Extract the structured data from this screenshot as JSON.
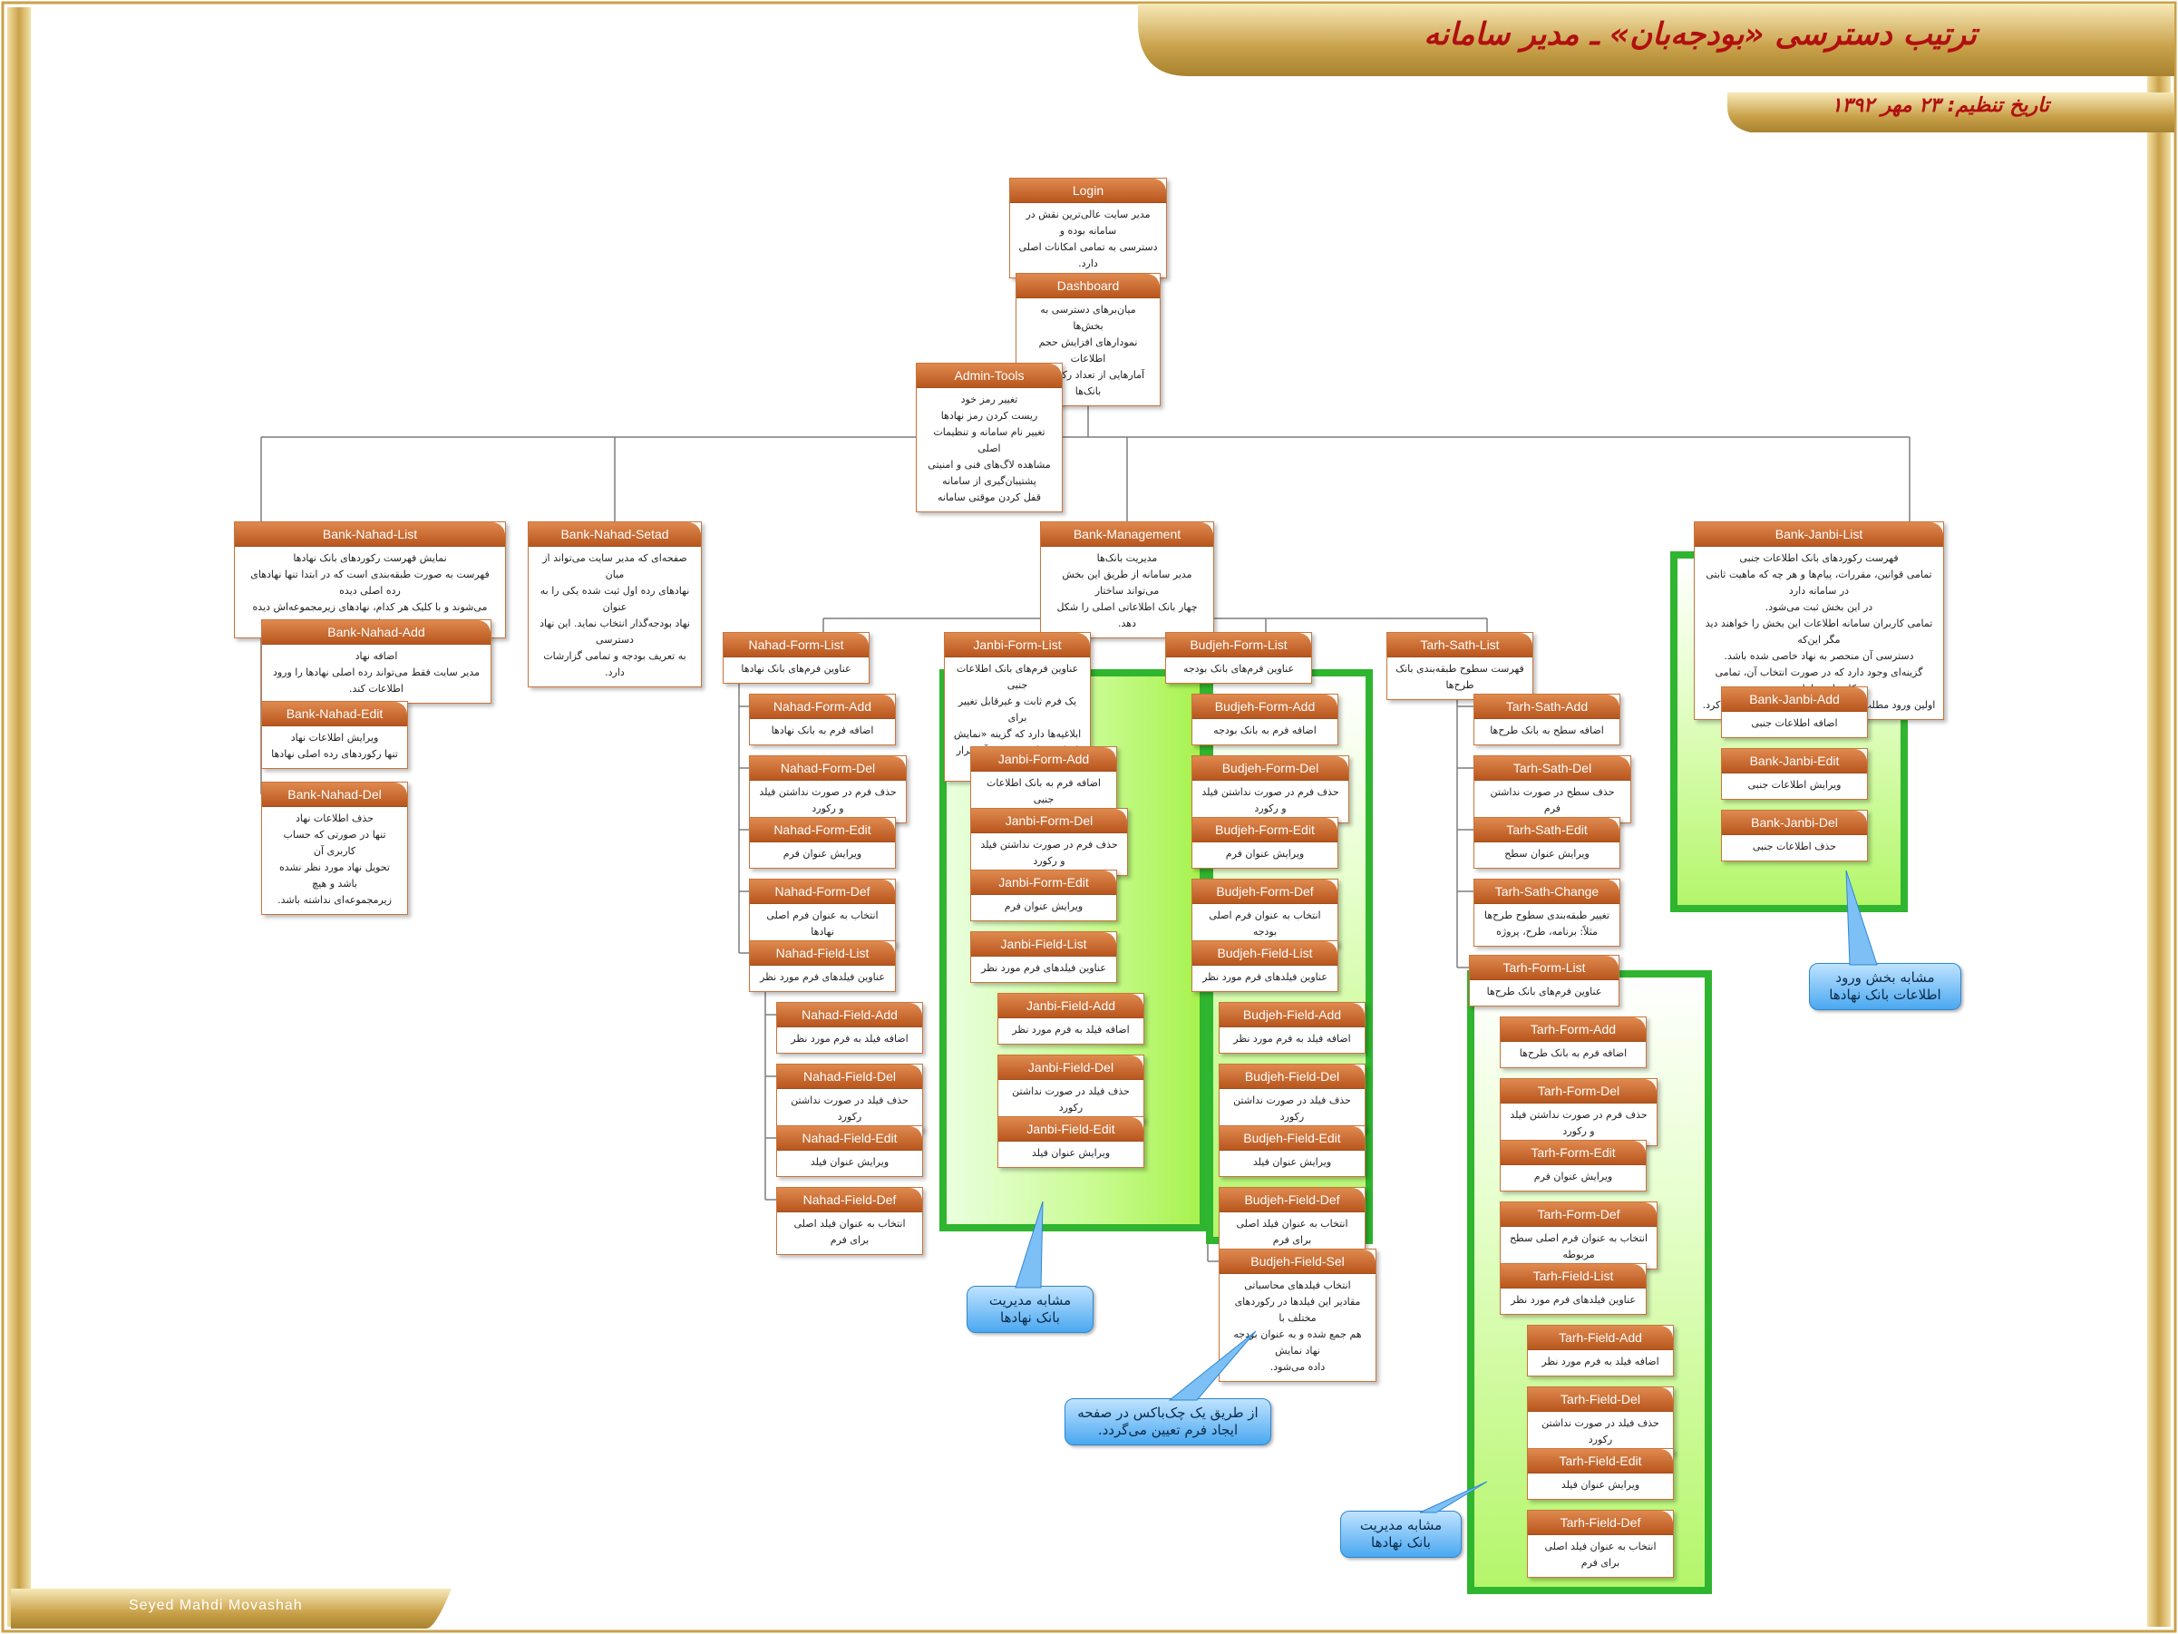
{
  "title": "ترتیب دسترسی «بودجه‌بان» ـ مدیر سامانه",
  "date": "تاریخ تنظیم: ۲۳ مهر ۱۳۹۲",
  "author": "Seyed Mahdi Movashah",
  "nodes": {
    "login": {
      "title": "Login",
      "lines": [
        "مدیر سایت عالی‌ترین نقش در سامانه بوده و",
        "دسترسی به تمامی امکانات اصلی دارد."
      ]
    },
    "dashboard": {
      "title": "Dashboard",
      "lines": [
        "میان‌برهای دسترسی به بخش‌ها",
        "نمودارهای افزایش حجم اطلاعات",
        "آمارهایی از تعداد رکوردهای بانک‌ها"
      ]
    },
    "admin_tools": {
      "title": "Admin-Tools",
      "lines": [
        "تغییر رمز خود",
        "ریست کردن رمز نهادها",
        "تغییر نام سامانه و تنظیمات اصلی",
        "مشاهده لاگ‌های فنی و امنیتی",
        "پشتیبان‌گیری از سامانه",
        "قفل کردن موقتی سامانه"
      ]
    },
    "bank_nahad_list": {
      "title": "Bank-Nahad-List",
      "lines": [
        "نمایش فهرست رکوردهای بانک نهادها",
        "فهرست به صورت طبقه‌بندی است که در ابتدا تنها نهادهای رده اصلی دیده",
        "می‌شوند و با کلیک هر کدام، نهادهای زیرمجموعه‌اش دیده خواهد شد."
      ]
    },
    "bank_nahad_add": {
      "title": "Bank-Nahad-Add",
      "lines": [
        "اضافه نهاد",
        "مدیر سایت فقط می‌تواند رده اصلی نهادها را ورود اطلاعات کند."
      ]
    },
    "bank_nahad_edit": {
      "title": "Bank-Nahad-Edit",
      "lines": [
        "ویرایش اطلاعات نهاد",
        "تنها رکوردهای رده اصلی نهادها"
      ]
    },
    "bank_nahad_del": {
      "title": "Bank-Nahad-Del",
      "lines": [
        "حذف اطلاعات نهاد",
        "تنها در صورتی که حساب کاربری آن",
        "تحویل نهاد مورد نظر نشده باشد و هیچ",
        "زیرمجموعه‌ای نداشته باشد."
      ]
    },
    "bank_nahad_setad": {
      "title": "Bank-Nahad-Setad",
      "lines": [
        "صفحه‌ای که مدیر سایت می‌تواند از میان",
        "نهادهای رده اول ثبت شده یکی را به عنوان",
        "نهاد بودجه‌گذار انتخاب نماید. این نهاد دسترسی",
        "به تعریف بودجه و تمامی گزارشات دارد."
      ]
    },
    "bank_management": {
      "title": "Bank-Management",
      "lines": [
        "مدیریت بانک‌ها",
        "مدیر سامانه از طریق این بخش می‌تواند ساختار",
        "چهار بانک اطلاعاتی اصلی را شکل دهد."
      ]
    },
    "bank_janbi_list": {
      "title": "Bank-Janbi-List",
      "lines": [
        "فهرست رکوردهای بانک اطلاعات جنبی",
        "تمامی قوانین، مقررات، پیام‌ها و هر چه که ماهیت ثابتی در سامانه دارد",
        "در این بخش ثبت می‌شود.",
        "تمامی کاربران سامانه اطلاعات این بخش را خواهند دید مگر این‌که",
        "دسترسی آن منحصر به نهاد خاصی شده باشد.",
        "گزینه‌ای وجود دارد که در صورت انتخاب آن، تمامی کاربران سامانه در",
        "اولین ورود مطلب مربوطه را اجباراً مشاهده خواهند کرد."
      ]
    },
    "bank_janbi_add": {
      "title": "Bank-Janbi-Add",
      "lines": [
        "اضافه اطلاعات جنبی"
      ]
    },
    "bank_janbi_edit": {
      "title": "Bank-Janbi-Edit",
      "lines": [
        "ویرایش اطلاعات جنبی"
      ]
    },
    "bank_janbi_del": {
      "title": "Bank-Janbi-Del",
      "lines": [
        "حذف اطلاعات جنبی"
      ]
    },
    "nahad_form_list": {
      "title": "Nahad-Form-List",
      "lines": [
        "عناوین فرم‌های بانک نهادها"
      ]
    },
    "nahad_form_add": {
      "title": "Nahad-Form-Add",
      "lines": [
        "اضافه فرم به بانک نهادها"
      ]
    },
    "nahad_form_del": {
      "title": "Nahad-Form-Del",
      "lines": [
        "حذف فرم در صورت نداشتن فیلد و رکورد"
      ]
    },
    "nahad_form_edit": {
      "title": "Nahad-Form-Edit",
      "lines": [
        "ویرایش عنوان فرم"
      ]
    },
    "nahad_form_def": {
      "title": "Nahad-Form-Def",
      "lines": [
        "انتخاب به عنوان فرم اصلی نهادها"
      ]
    },
    "nahad_field_list": {
      "title": "Nahad-Field-List",
      "lines": [
        "عناوین فیلدهای فرم مورد نظر"
      ]
    },
    "nahad_field_add": {
      "title": "Nahad-Field-Add",
      "lines": [
        "اضافه فیلد به فرم مورد نظر"
      ]
    },
    "nahad_field_del": {
      "title": "Nahad-Field-Del",
      "lines": [
        "حذف فیلد در صورت نداشتن رکورد"
      ]
    },
    "nahad_field_edit": {
      "title": "Nahad-Field-Edit",
      "lines": [
        "ویرایش عنوان فیلد"
      ]
    },
    "nahad_field_def": {
      "title": "Nahad-Field-Def",
      "lines": [
        "انتخاب به عنوان فیلد اصلی برای فرم"
      ]
    },
    "janbi_form_list": {
      "title": "Janbi-Form-List",
      "lines": [
        "عناوین فرم‌های بانک اطلاعات جنبی",
        "یک فرم ثابت و غیرقابل تغییر برای",
        "ابلاغیه‌ها دارد که گزینه «نمایش",
        "اجباری برای همه» در آن قرار دارد."
      ]
    },
    "janbi_form_add": {
      "title": "Janbi-Form-Add",
      "lines": [
        "اضافه فرم به بانک اطلاعات جنبی"
      ]
    },
    "janbi_form_del": {
      "title": "Janbi-Form-Del",
      "lines": [
        "حذف فرم در صورت نداشتن فیلد و رکورد"
      ]
    },
    "janbi_form_edit": {
      "title": "Janbi-Form-Edit",
      "lines": [
        "ویرایش عنوان فرم"
      ]
    },
    "janbi_field_list": {
      "title": "Janbi-Field-List",
      "lines": [
        "عناوین فیلدهای فرم مورد نظر"
      ]
    },
    "janbi_field_add": {
      "title": "Janbi-Field-Add",
      "lines": [
        "اضافه فیلد به فرم مورد نظر"
      ]
    },
    "janbi_field_del": {
      "title": "Janbi-Field-Del",
      "lines": [
        "حذف فیلد در صورت نداشتن رکورد"
      ]
    },
    "janbi_field_edit": {
      "title": "Janbi-Field-Edit",
      "lines": [
        "ویرایش عنوان فیلد"
      ]
    },
    "budjeh_form_list": {
      "title": "Budjeh-Form-List",
      "lines": [
        "عناوین فرم‌های بانک بودجه"
      ]
    },
    "budjeh_form_add": {
      "title": "Budjeh-Form-Add",
      "lines": [
        "اضافه فرم به بانک بودجه"
      ]
    },
    "budjeh_form_del": {
      "title": "Budjeh-Form-Del",
      "lines": [
        "حذف فرم در صورت نداشتن فیلد و رکورد"
      ]
    },
    "budjeh_form_edit": {
      "title": "Budjeh-Form-Edit",
      "lines": [
        "ویرایش عنوان فرم"
      ]
    },
    "budjeh_form_def": {
      "title": "Budjeh-Form-Def",
      "lines": [
        "انتخاب به عنوان فرم اصلی بودجه"
      ]
    },
    "budjeh_field_list": {
      "title": "Budjeh-Field-List",
      "lines": [
        "عناوین فیلدهای فرم مورد نظر"
      ]
    },
    "budjeh_field_add": {
      "title": "Budjeh-Field-Add",
      "lines": [
        "اضافه فیلد به فرم مورد نظر"
      ]
    },
    "budjeh_field_del": {
      "title": "Budjeh-Field-Del",
      "lines": [
        "حذف فیلد در صورت نداشتن رکورد"
      ]
    },
    "budjeh_field_edit": {
      "title": "Budjeh-Field-Edit",
      "lines": [
        "ویرایش عنوان فیلد"
      ]
    },
    "budjeh_field_def": {
      "title": "Budjeh-Field-Def",
      "lines": [
        "انتخاب به عنوان فیلد اصلی برای فرم"
      ]
    },
    "budjeh_field_sel": {
      "title": "Budjeh-Field-Sel",
      "lines": [
        "انتخاب فیلدهای محاسباتی",
        "مقادیر این فیلدها در رکوردهای مختلف با",
        "هم جمع شده و به عنوان بودجه نهاد نمایش",
        "داده می‌شود."
      ]
    },
    "tarh_sath_list": {
      "title": "Tarh-Sath-List",
      "lines": [
        "فهرست سطوح طبقه‌بندی بانک طرح‌ها"
      ]
    },
    "tarh_sath_add": {
      "title": "Tarh-Sath-Add",
      "lines": [
        "اضافه سطح به بانک طرح‌ها"
      ]
    },
    "tarh_sath_del": {
      "title": "Tarh-Sath-Del",
      "lines": [
        "حذف سطح در صورت نداشتن فرم"
      ]
    },
    "tarh_sath_edit": {
      "title": "Tarh-Sath-Edit",
      "lines": [
        "ویرایش عنوان سطح"
      ]
    },
    "tarh_sath_change": {
      "title": "Tarh-Sath-Change",
      "lines": [
        "تغییر طبقه‌بندی سطوح طرح‌ها",
        "مثلاً: برنامه، طرح، پروژه"
      ]
    },
    "tarh_form_list": {
      "title": "Tarh-Form-List",
      "lines": [
        "عناوین فرم‌های بانک طرح‌ها"
      ]
    },
    "tarh_form_add": {
      "title": "Tarh-Form-Add",
      "lines": [
        "اضافه فرم به بانک طرح‌ها"
      ]
    },
    "tarh_form_del": {
      "title": "Tarh-Form-Del",
      "lines": [
        "حذف فرم در صورت نداشتن فیلد و رکورد"
      ]
    },
    "tarh_form_edit": {
      "title": "Tarh-Form-Edit",
      "lines": [
        "ویرایش عنوان فرم"
      ]
    },
    "tarh_form_def": {
      "title": "Tarh-Form-Def",
      "lines": [
        "انتخاب به عنوان فرم اصلی سطح مربوطه"
      ]
    },
    "tarh_field_list": {
      "title": "Tarh-Field-List",
      "lines": [
        "عناوین فیلدهای فرم مورد نظر"
      ]
    },
    "tarh_field_add": {
      "title": "Tarh-Field-Add",
      "lines": [
        "اضافه فیلد به فرم مورد نظر"
      ]
    },
    "tarh_field_del": {
      "title": "Tarh-Field-Del",
      "lines": [
        "حذف فیلد در صورت نداشتن رکورد"
      ]
    },
    "tarh_field_edit": {
      "title": "Tarh-Field-Edit",
      "lines": [
        "ویرایش عنوان فیلد"
      ]
    },
    "tarh_field_def": {
      "title": "Tarh-Field-Def",
      "lines": [
        "انتخاب به عنوان فیلد اصلی برای فرم"
      ]
    }
  },
  "callouts": {
    "janbi_similar": [
      "مشابه مدیریت",
      "بانک نهادها"
    ],
    "budjeh_checkbox": [
      "از طریق یک چک‌باکس در صفحه",
      "ایجاد فرم تعیین می‌گردد."
    ],
    "tarh_similar": [
      "مشابه مدیریت",
      "بانک نهادها"
    ],
    "bank_janbi_similar": [
      "مشابه بخش ورود",
      "اطلاعات بانک نهادها"
    ]
  },
  "colors": {
    "gold": "#c9a14a",
    "node_header": "#c8692f",
    "green_border": "#2fb52f",
    "title_red": "#b01010"
  }
}
